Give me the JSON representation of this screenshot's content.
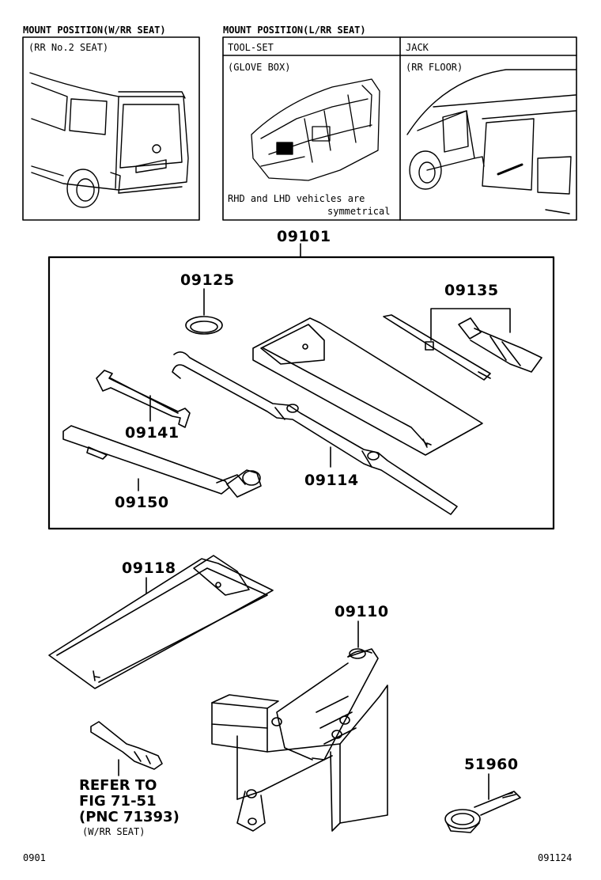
{
  "mount_left": {
    "header": "MOUNT POSITION(W/RR SEAT)",
    "caption": "(RR No.2 SEAT)"
  },
  "mount_right": {
    "header": "MOUNT POSITION(L/RR SEAT)",
    "toolset_title": "TOOL-SET",
    "toolset_caption": "(GLOVE BOX)",
    "toolset_note_1": "RHD and LHD vehicles are",
    "toolset_note_2": "symmetrical",
    "jack_title": "JACK",
    "jack_caption": "(RR FLOOR)"
  },
  "parts": {
    "p09101": "09101",
    "p09125": "09125",
    "p09135": "09135",
    "p09141": "09141",
    "p09114": "09114",
    "p09150": "09150",
    "p09118": "09118",
    "p09110": "09110",
    "p51960": "51960"
  },
  "reference": {
    "line1": "REFER TO",
    "line2": "FIG 71-51",
    "line3": "(PNC 71393)",
    "line4": "(W/RR SEAT)"
  },
  "footer": {
    "left": "0901",
    "right": "091124"
  }
}
